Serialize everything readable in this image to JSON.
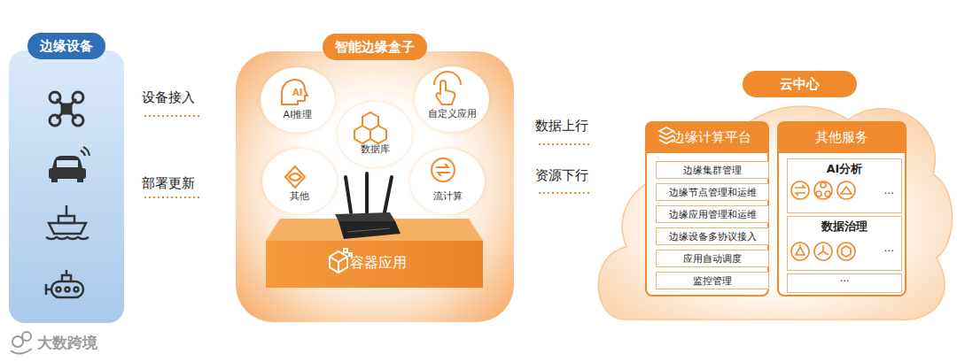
{
  "diagram": {
    "nodes": [
      {
        "text": [
          "边缘设备"
        ]
      },
      {
        "text": [
          "智能边缘盒子"
        ]
      },
      {
        "text": [
          "AI推理"
        ],
        "in": 1
      },
      {
        "text": [
          "自定义应用"
        ],
        "in": 1
      },
      {
        "text": [
          "数据库"
        ],
        "in": 1
      },
      {
        "text": [
          "其他"
        ],
        "in": 1
      },
      {
        "text": [
          "流计算"
        ],
        "in": 1
      },
      {
        "text": [
          "容器应用"
        ],
        "in": 1
      },
      {
        "text": [
          "云中心"
        ]
      },
      {
        "text": [
          "边缘计算平台"
        ],
        "in": 8
      },
      {
        "text": [
          "边缘集群管理"
        ],
        "in": 9
      },
      {
        "text": [
          "边缘节点管理和运维"
        ],
        "in": 9
      },
      {
        "text": [
          "边缘应用管理和运维"
        ],
        "in": 9
      },
      {
        "text": [
          "边缘设备多协议接入"
        ],
        "in": 9
      },
      {
        "text": [
          "应用自动调度"
        ],
        "in": 9
      },
      {
        "text": [
          "监控管理"
        ],
        "in": 9
      },
      {
        "text": [
          "其他服务"
        ],
        "in": 8
      },
      {
        "text": [
          "AI分析",
          "···"
        ],
        "in": 16
      },
      {
        "text": [
          "数据治理",
          "···"
        ],
        "in": 16
      },
      {
        "text": [
          "···"
        ],
        "in": 16
      }
    ],
    "labels": [
      "设备接入",
      "部署更新",
      "数据上行",
      "资源下行",
      "大数跨境"
    ]
  }
}
